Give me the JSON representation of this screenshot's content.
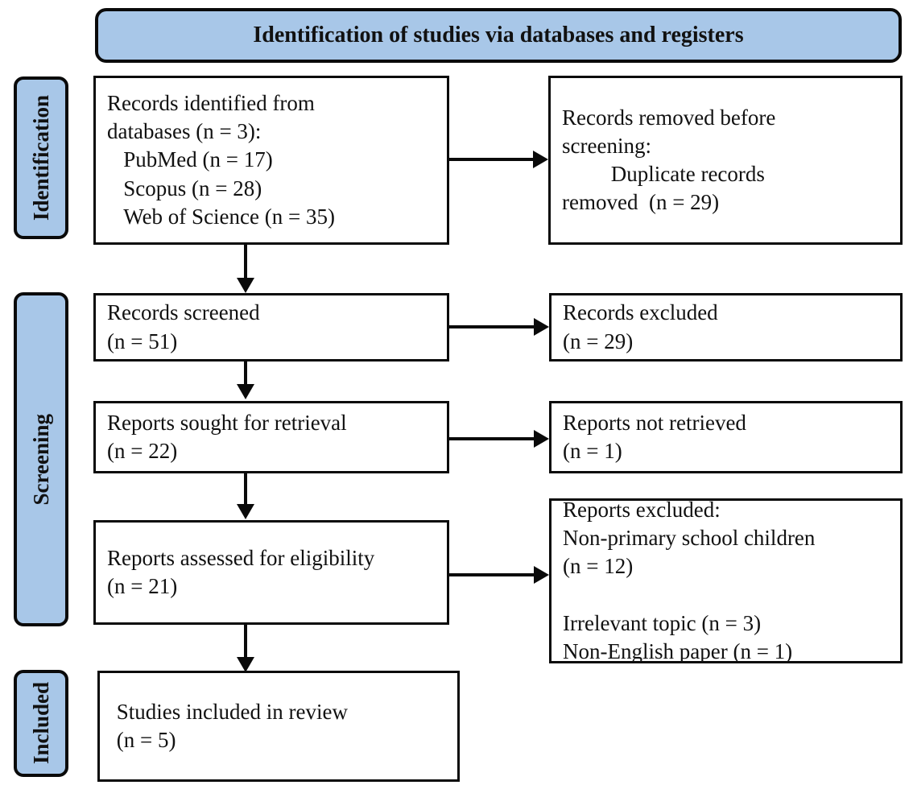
{
  "diagram": {
    "type": "prisma-flow-diagram",
    "banner": {
      "title": "Identification of studies via databases and registers"
    },
    "stages": [
      {
        "id": "identification",
        "label": "Identification"
      },
      {
        "id": "screening",
        "label": "Screening"
      },
      {
        "id": "included",
        "label": "Included"
      }
    ],
    "nodes": {
      "records_identified": {
        "text": "Records identified from\ndatabases (n = 3):\n   PubMed (n = 17)\n   Scopus (n = 28)\n   Web of Science (n = 35)"
      },
      "records_removed": {
        "text": "Records removed before\nscreening:\n         Duplicate records\nremoved  (n = 29)"
      },
      "records_screened": {
        "text": "Records screened\n(n = 51)"
      },
      "records_excluded": {
        "text": "Records excluded\n(n = 29)"
      },
      "reports_sought": {
        "text": "Reports sought for retrieval\n(n = 22)"
      },
      "reports_not_retrieved": {
        "text": "Reports not retrieved\n(n = 1)"
      },
      "reports_assessed": {
        "text": "Reports assessed for eligibility\n(n = 21)"
      },
      "reports_excluded": {
        "text": "Reports excluded:\nNon-primary school children\n(n = 12)\n\nIrrelevant topic (n = 3)\nNon-English paper (n = 1)"
      },
      "studies_included": {
        "text": " Studies included in review\n (n = 5)"
      }
    },
    "counts": {
      "databases_searched": 3,
      "pubmed": 17,
      "scopus": 28,
      "web_of_science": 35,
      "duplicates_removed": 29,
      "records_screened": 51,
      "records_excluded": 29,
      "reports_sought": 22,
      "reports_not_retrieved": 1,
      "reports_assessed": 21,
      "excluded_non_primary_school_children": 12,
      "excluded_irrelevant_topic": 3,
      "excluded_non_english_paper": 1,
      "studies_included": 5
    },
    "colors": {
      "stage_fill": "#A8C7E8",
      "banner_fill": "#A8C7E8",
      "box_fill": "#FFFFFF",
      "stroke": "#0A0A0A"
    }
  }
}
